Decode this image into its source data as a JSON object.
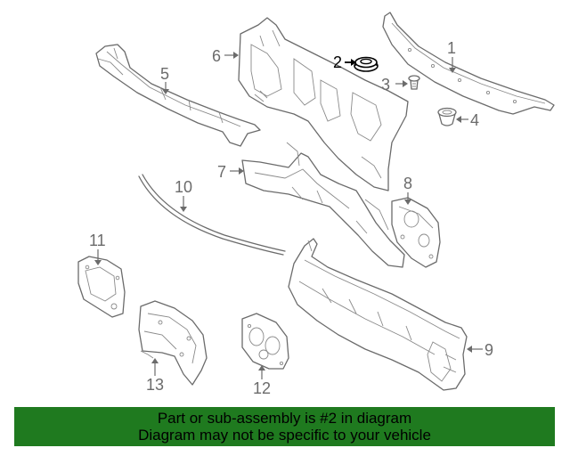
{
  "banner": {
    "color": "#1f7a1f",
    "line1": "Part or sub-assembly is #2 in diagram",
    "line2": "Diagram may not be specific to your vehicle"
  },
  "highlight_color": "#000000",
  "line_color": "#6b6b6b",
  "callouts": {
    "c1": "1",
    "c2": "2",
    "c3": "3",
    "c4": "4",
    "c5": "5",
    "c6": "6",
    "c7": "7",
    "c8": "8",
    "c9": "9",
    "c10": "10",
    "c11": "11",
    "c12": "12",
    "c13": "13"
  }
}
